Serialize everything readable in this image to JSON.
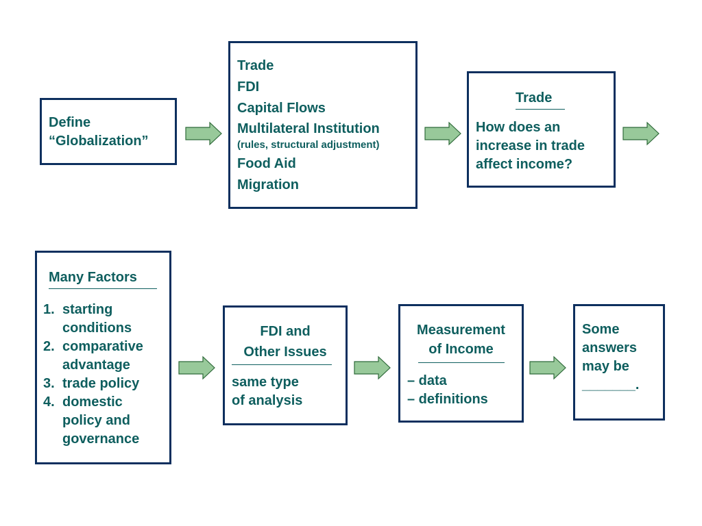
{
  "colors": {
    "text": "#0e5e5e",
    "border": "#0d2f5e",
    "arrow_fill": "#98c99a",
    "arrow_stroke": "#2f6a3a"
  },
  "box1": {
    "line1": "Define",
    "line2": "“Globalization”"
  },
  "box2": {
    "items": [
      "Trade",
      "FDI",
      "Capital Flows",
      "Multilateral Institution"
    ],
    "note": "(rules, structural adjustment)",
    "items2": [
      "Food Aid",
      "Migration"
    ]
  },
  "box3": {
    "title": "Trade",
    "body": [
      "How does an",
      "increase in trade",
      "affect income?"
    ]
  },
  "box4": {
    "title": "Many Factors",
    "items": [
      {
        "num": "1.",
        "lines": [
          "starting",
          "conditions"
        ]
      },
      {
        "num": "2.",
        "lines": [
          "comparative",
          "advantage"
        ]
      },
      {
        "num": "3.",
        "lines": [
          "trade policy"
        ]
      },
      {
        "num": "4.",
        "lines": [
          "domestic",
          "policy and",
          "governance"
        ]
      }
    ]
  },
  "box5": {
    "title": [
      "FDI and",
      "Other Issues"
    ],
    "body": [
      "same type",
      "of analysis"
    ]
  },
  "box6": {
    "title": [
      "Measurement",
      "of Income"
    ],
    "body": [
      "– data",
      "– definitions"
    ]
  },
  "box7": {
    "body": [
      "Some",
      "answers",
      "may be",
      "_______."
    ]
  }
}
